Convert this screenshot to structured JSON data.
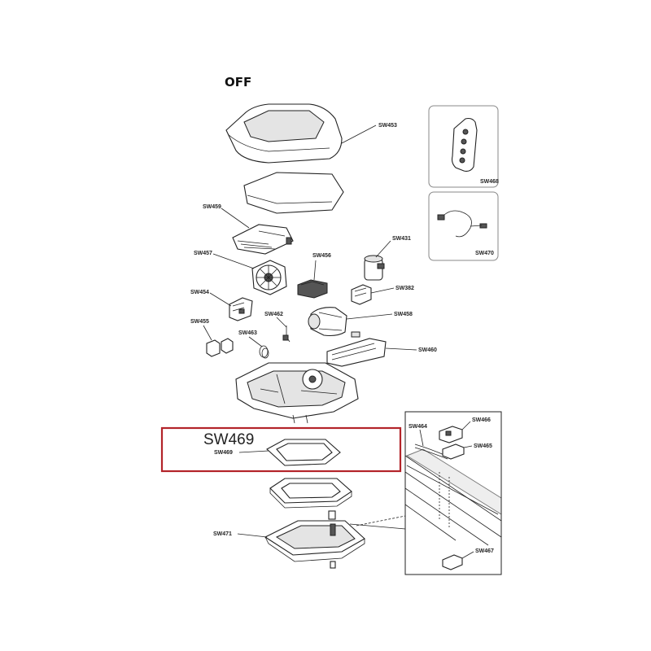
{
  "brand": {
    "logo_text": "OFF"
  },
  "highlight": {
    "title": "SW469",
    "color": "#b3242a"
  },
  "labels": {
    "sw453": "SW453",
    "sw468": "SW468",
    "sw459": "SW459",
    "sw431": "SW431",
    "sw470": "SW470",
    "sw457": "SW457",
    "sw456": "SW456",
    "sw382": "SW382",
    "sw454": "SW454",
    "sw462": "SW462",
    "sw458": "SW458",
    "sw455": "SW455",
    "sw463": "SW463",
    "sw460": "SW460",
    "sw464": "SW464",
    "sw466": "SW466",
    "sw469": "SW469",
    "sw465": "SW465",
    "sw471": "SW471",
    "sw467": "SW467"
  }
}
